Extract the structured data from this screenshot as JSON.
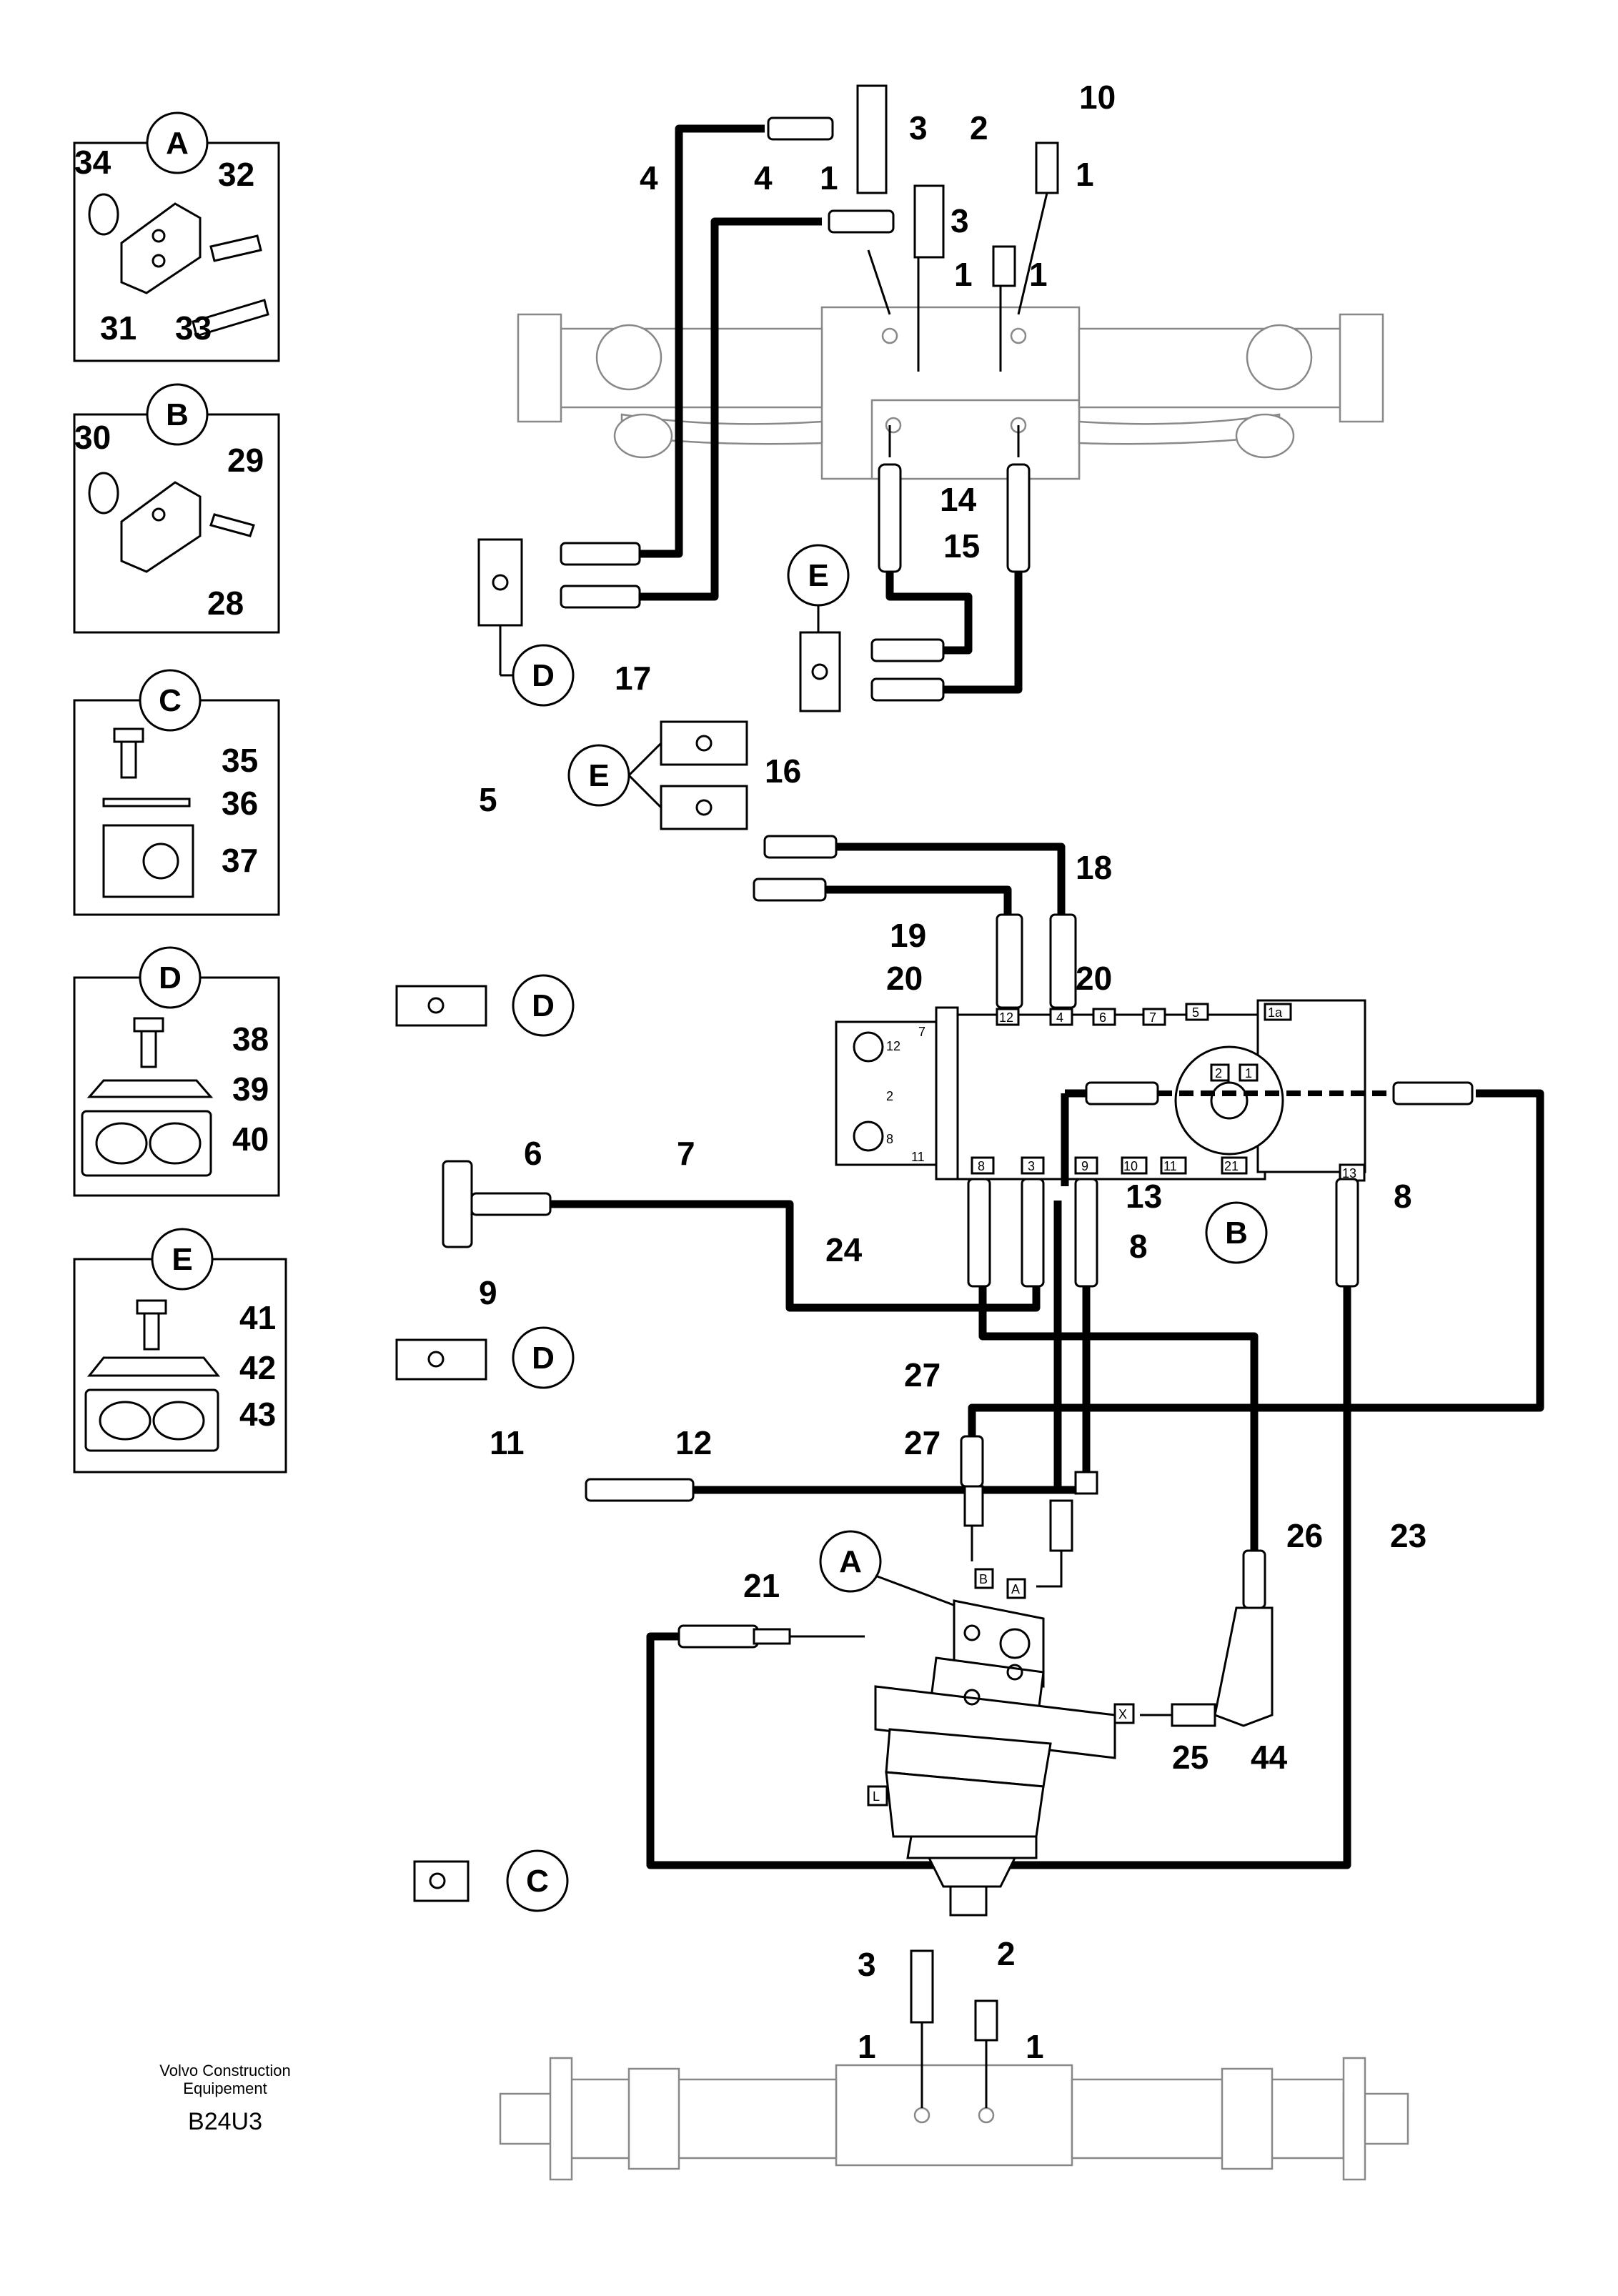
{
  "detail_panels": [
    {
      "letter": "A",
      "labels": [
        "34",
        "32",
        "31",
        "33"
      ]
    },
    {
      "letter": "B",
      "labels": [
        "30",
        "29",
        "28"
      ]
    },
    {
      "letter": "C",
      "labels": [
        "35",
        "36",
        "37"
      ]
    },
    {
      "letter": "D",
      "labels": [
        "38",
        "39",
        "40"
      ]
    },
    {
      "letter": "E",
      "labels": [
        "41",
        "42",
        "43"
      ]
    }
  ],
  "callouts": {
    "A": "A",
    "B": "B",
    "C": "C",
    "D": "D",
    "E": "E"
  },
  "part_numbers": {
    "p1": "1",
    "p2": "2",
    "p3": "3",
    "p4": "4",
    "p5": "5",
    "p6": "6",
    "p7": "7",
    "p8": "8",
    "p9": "9",
    "p10": "10",
    "p11": "11",
    "p12": "12",
    "p13": "13",
    "p14": "14",
    "p15": "15",
    "p16": "16",
    "p17": "17",
    "p18": "18",
    "p19": "19",
    "p20": "20",
    "p21": "21",
    "p23": "23",
    "p24": "24",
    "p25": "25",
    "p26": "26",
    "p27": "27",
    "p44": "44"
  },
  "port_labels": {
    "B": "B",
    "A": "A",
    "X": "X",
    "L": "L",
    "v12": "12",
    "v4": "4",
    "v6": "6",
    "v7": "7",
    "v5": "5",
    "v1a": "1a",
    "v8": "8",
    "v3": "3",
    "v9": "9",
    "v10": "10",
    "v11": "11",
    "v21": "21",
    "v13": "13",
    "b2": "2",
    "b1": "1"
  },
  "credit": {
    "line1": "Volvo Construction",
    "line2": "Equipement",
    "code": "B24U3"
  }
}
